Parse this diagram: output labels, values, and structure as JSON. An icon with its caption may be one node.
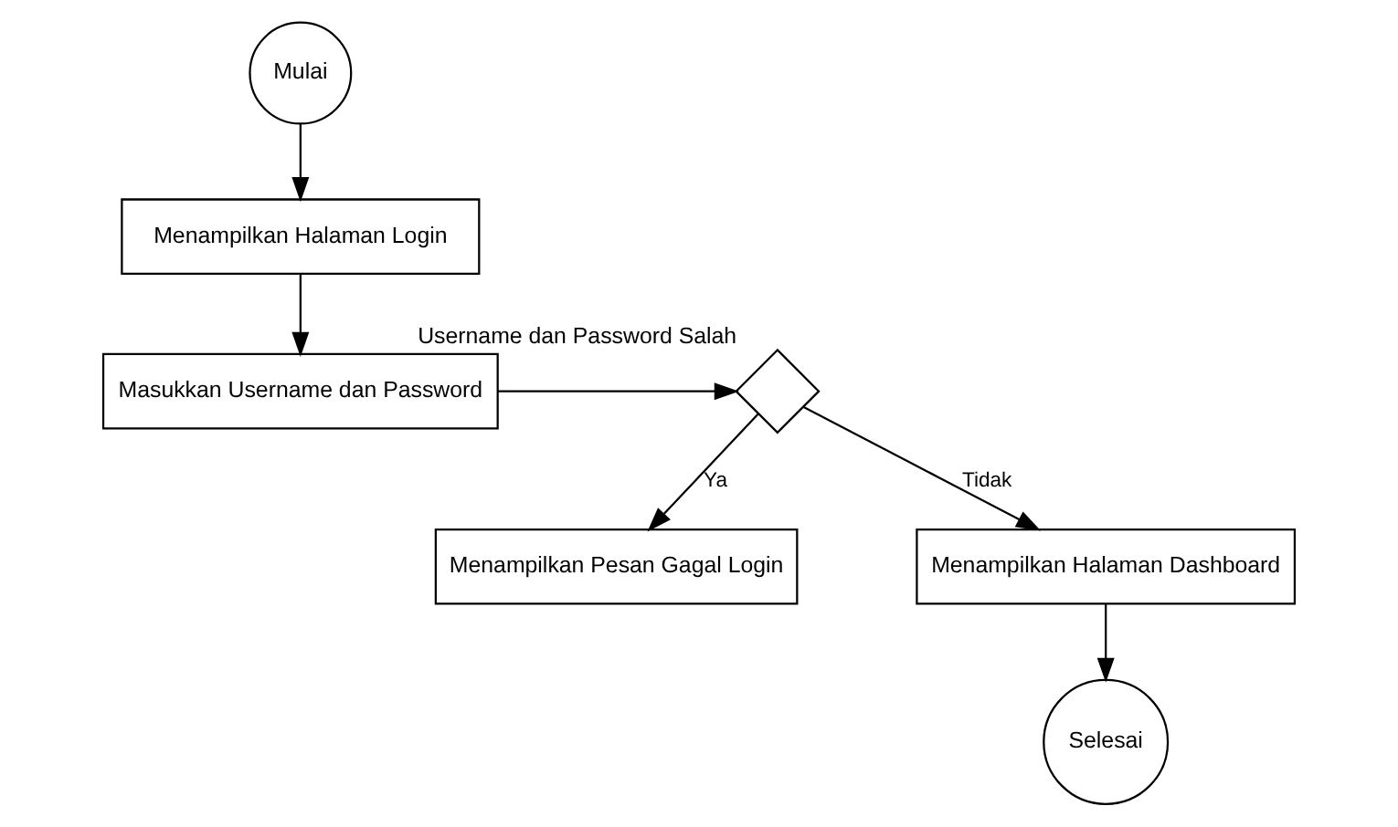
{
  "diagram": {
    "nodes": [
      {
        "text": [
          "Mulai"
        ]
      },
      {
        "text": [
          "Menampilkan Halaman Login"
        ]
      },
      {
        "text": [
          "Masukkan Username dan Password"
        ]
      },
      {
        "text": [
          "Username dan Password Salah"
        ]
      },
      {
        "text": [
          "Menampilkan Pesan Gagal Login"
        ]
      },
      {
        "text": [
          "Menampilkan Halaman Dashboard"
        ]
      },
      {
        "text": [
          "Selesai"
        ]
      }
    ],
    "edges": [
      {
        "from": 0,
        "to": 1,
        "arrow": "to"
      },
      {
        "from": 1,
        "to": 2,
        "arrow": "to"
      },
      {
        "from": 2,
        "to": 3,
        "arrow": "to"
      },
      {
        "from": 3,
        "to": 4,
        "arrow": "to",
        "label": "Ya"
      },
      {
        "from": 3,
        "to": 5,
        "arrow": "to",
        "label": "Tidak"
      },
      {
        "from": 5,
        "to": 6,
        "arrow": "to"
      }
    ]
  }
}
